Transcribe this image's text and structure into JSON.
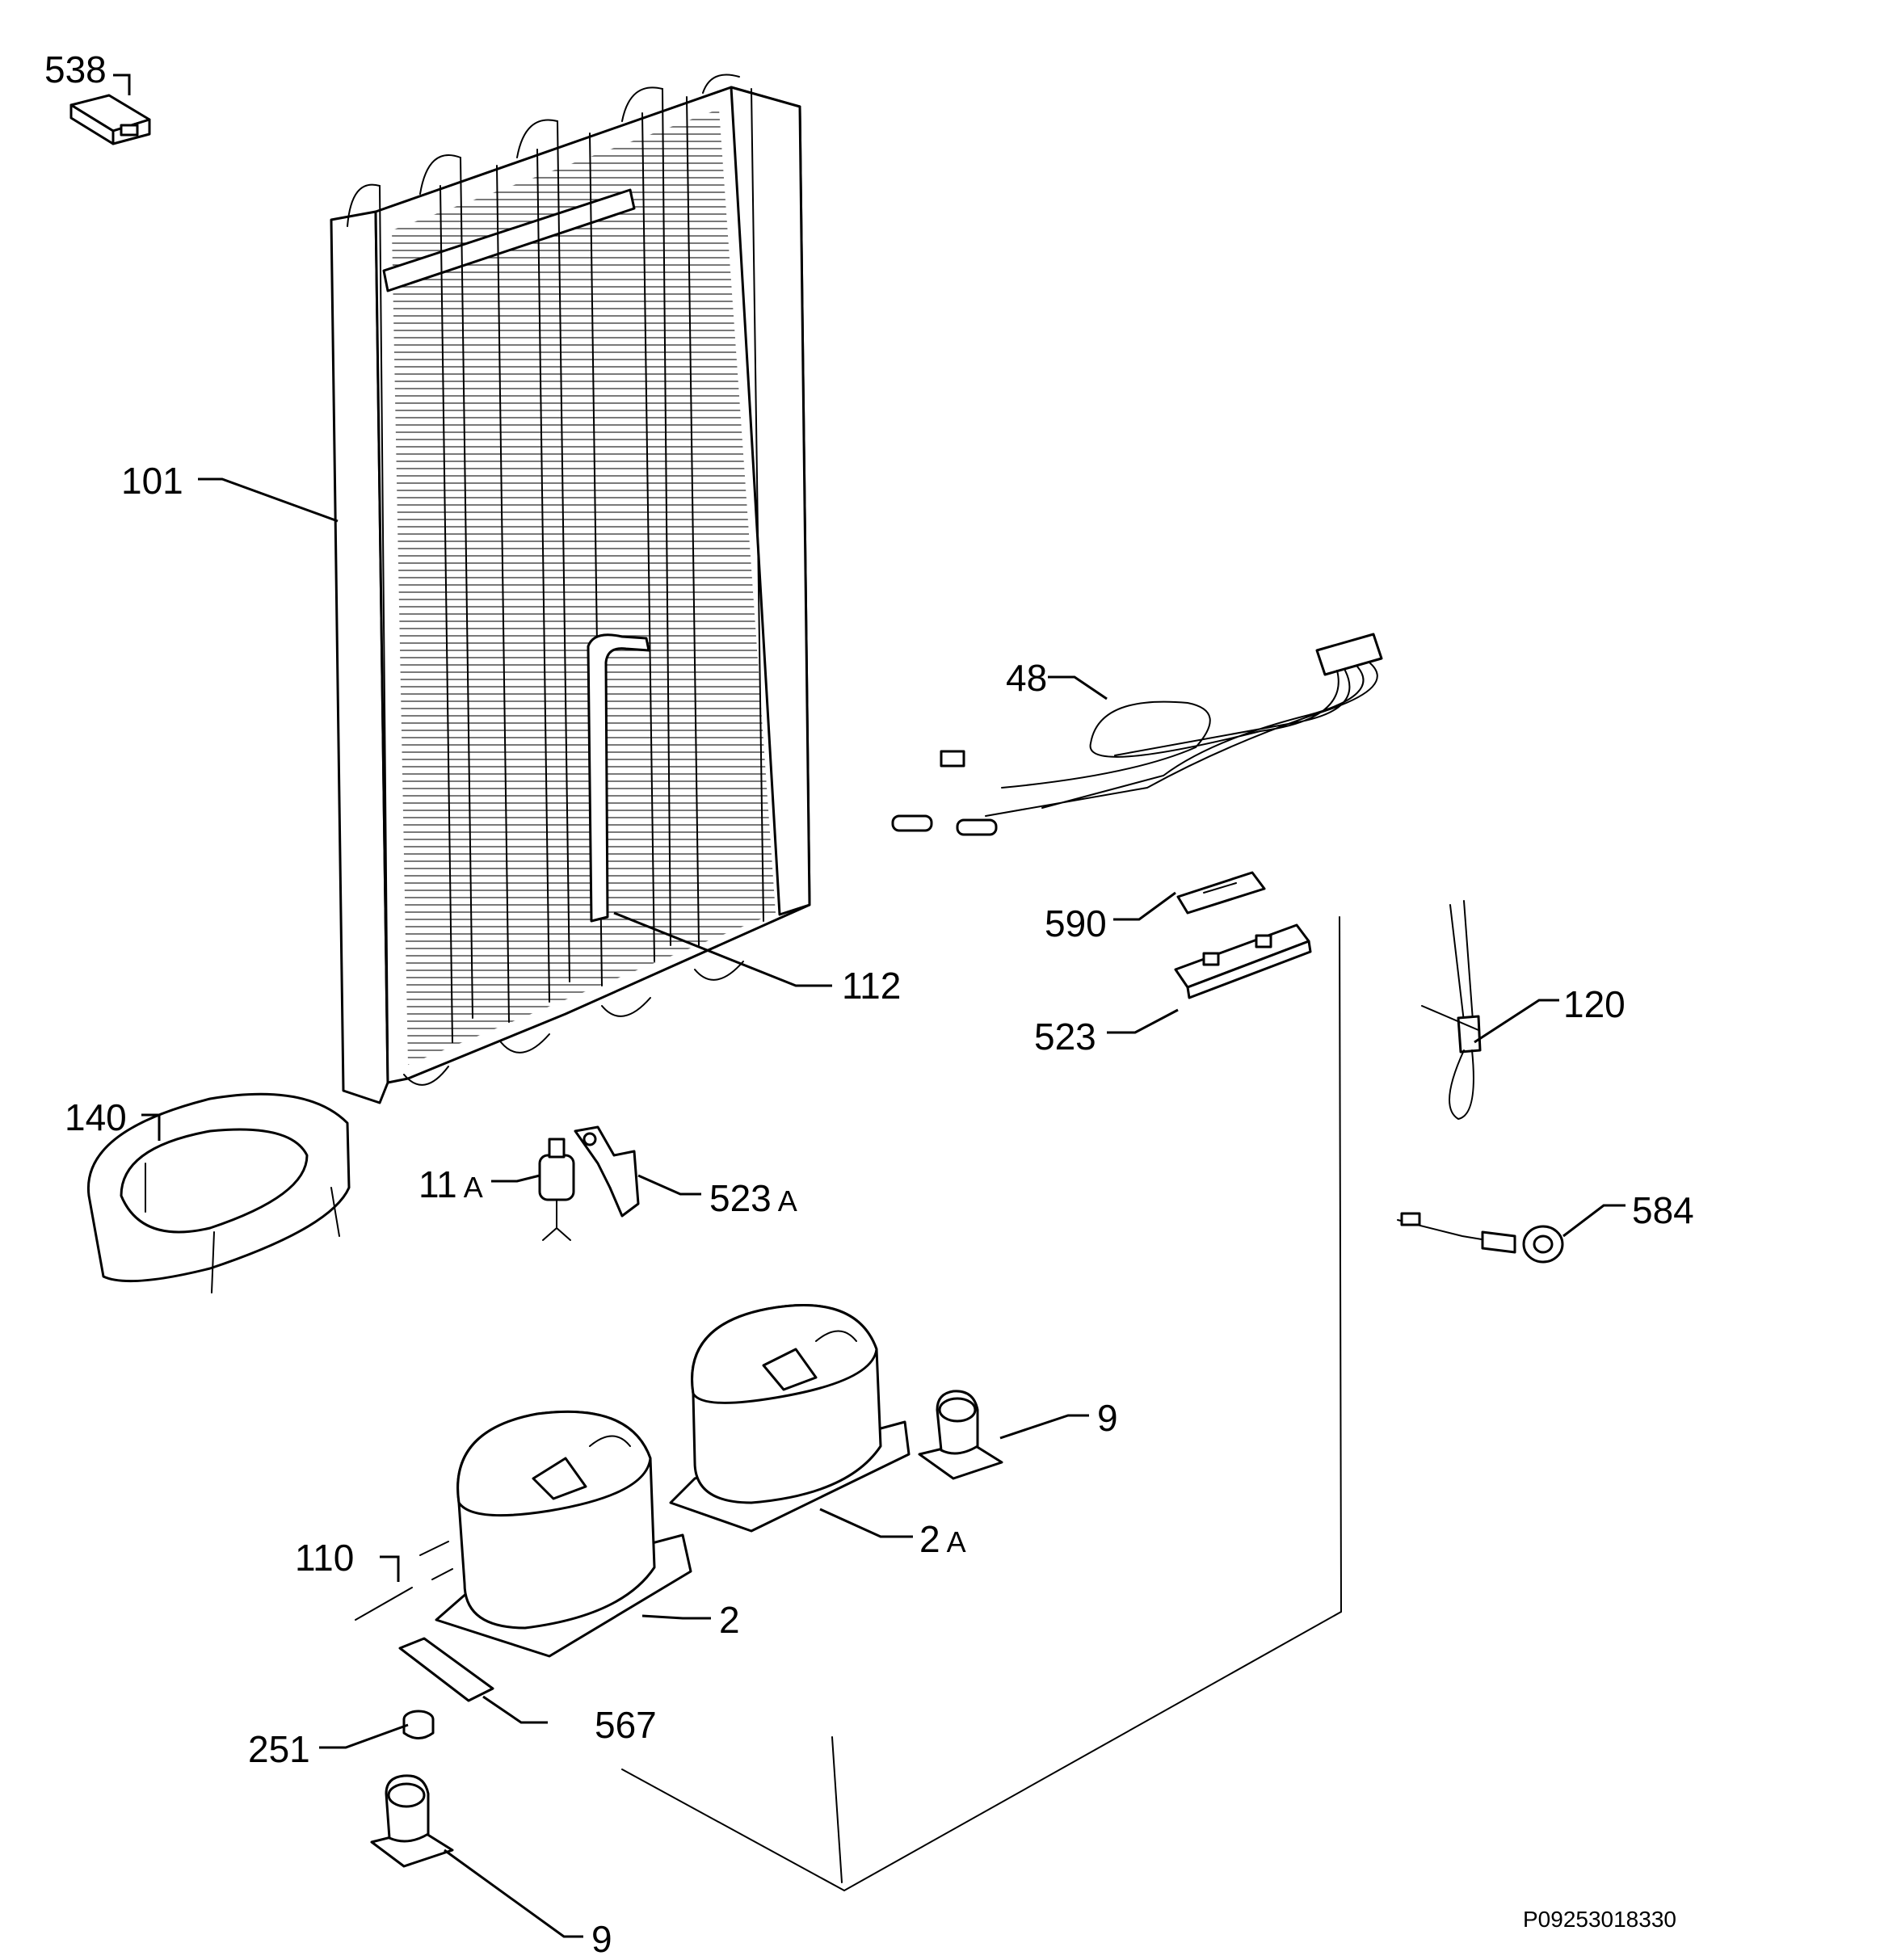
{
  "diagram": {
    "drawing_code": "P09253018330",
    "labels": {
      "p538": "538",
      "p101": "101",
      "p48": "48",
      "p590": "590",
      "p112": "112",
      "p523": "523",
      "p120": "120",
      "p140": "140",
      "p11a": {
        "num": "11",
        "suffix": "A"
      },
      "p523a": {
        "num": "523",
        "suffix": "A"
      },
      "p584": "584",
      "p9_upper": "9",
      "p2a": {
        "num": "2",
        "suffix": "A"
      },
      "p110": "110",
      "p2": "2",
      "p567": "567",
      "p251": "251",
      "p9_lower": "9"
    }
  }
}
